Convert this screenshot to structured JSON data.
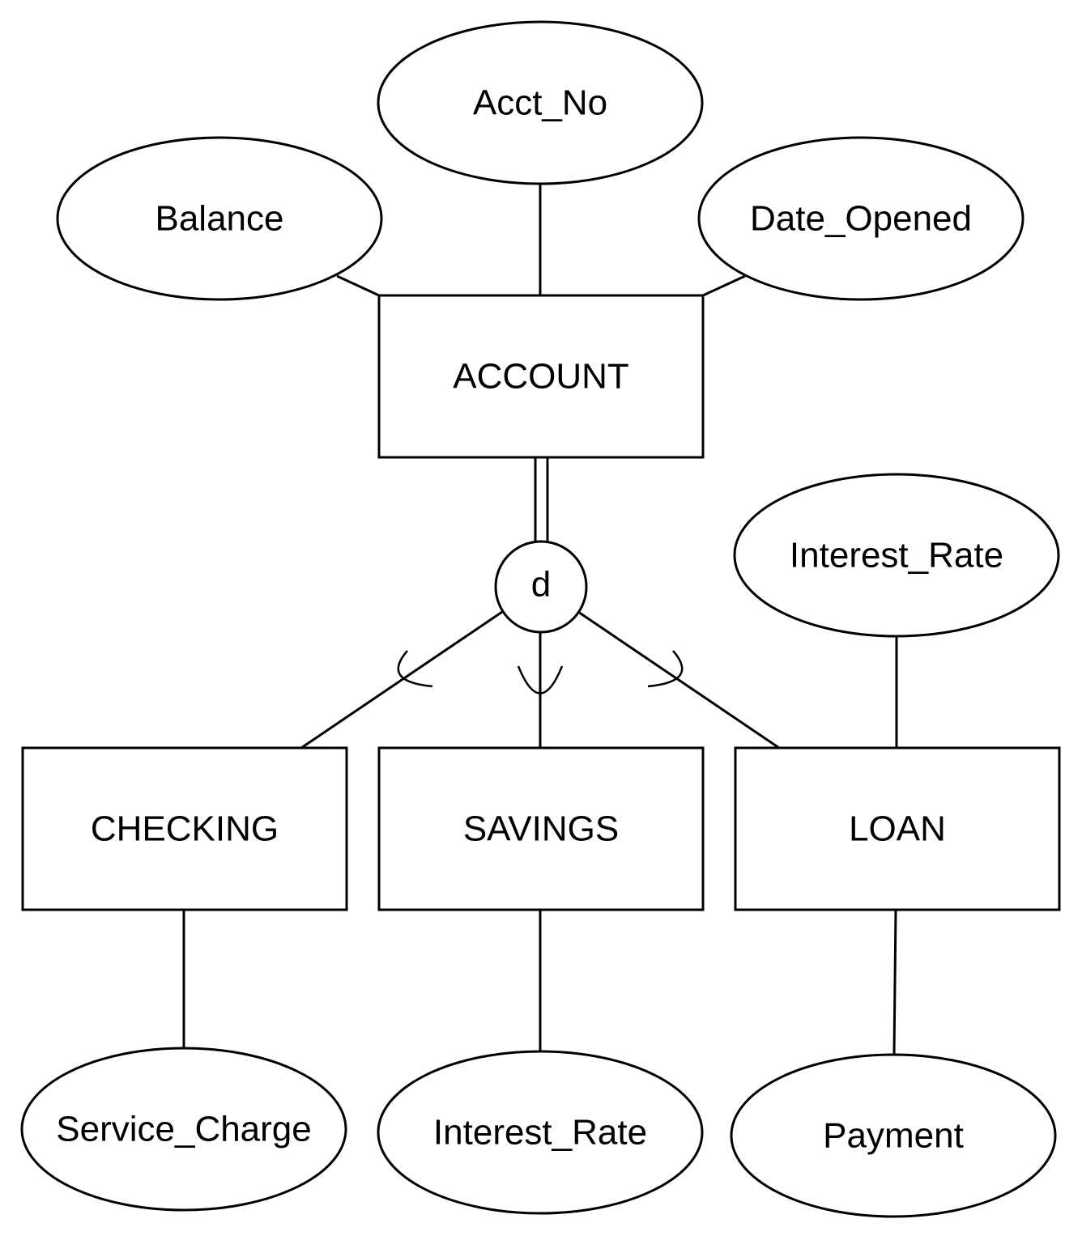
{
  "entities": {
    "account": "ACCOUNT",
    "checking": "CHECKING",
    "savings": "SAVINGS",
    "loan": "LOAN"
  },
  "attributes": {
    "acct_no": "Acct_No",
    "balance": "Balance",
    "date_opened": "Date_Opened",
    "loan_interest_rate": "Interest_Rate",
    "service_charge": "Service_Charge",
    "savings_interest_rate": "Interest_Rate",
    "payment": "Payment"
  },
  "specialization": {
    "constraint": "d"
  },
  "colors": {
    "stroke": "#000000",
    "background": "#ffffff"
  }
}
